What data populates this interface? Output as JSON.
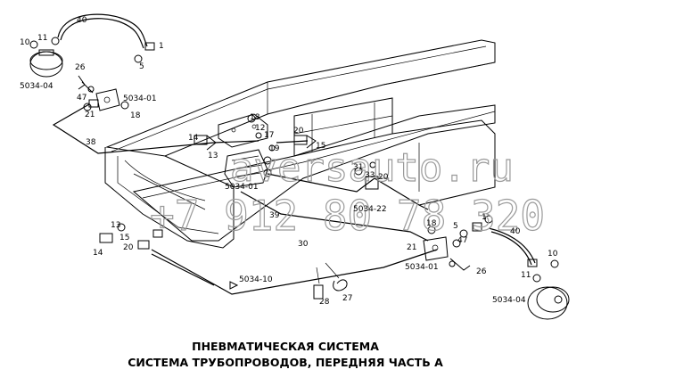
{
  "caption": {
    "line1": "ПНЕВМАТИЧЕСКАЯ СИСТЕМА",
    "line2": "СИСТЕМА ТРУБОПРОВОДОВ, ПЕРЕДНЯЯ ЧАСТЬ А"
  },
  "watermark": {
    "site": "aversauto.ru",
    "phone": "+7 912 80 78 320"
  },
  "part_labels": [
    {
      "id": "l40a",
      "text": "40"
    },
    {
      "id": "l1a",
      "text": "1"
    },
    {
      "id": "l10a",
      "text": "10"
    },
    {
      "id": "l11a",
      "text": "11"
    },
    {
      "id": "l5a",
      "text": "5"
    },
    {
      "id": "l26a",
      "text": "26"
    },
    {
      "id": "l47a",
      "text": "47"
    },
    {
      "id": "l21a",
      "text": "21"
    },
    {
      "id": "l18a",
      "text": "18"
    },
    {
      "id": "r5034_04a",
      "text": "5034-04"
    },
    {
      "id": "r5034_01a",
      "text": "5034-01"
    },
    {
      "id": "l38a",
      "text": "38"
    },
    {
      "id": "l18b",
      "text": "18"
    },
    {
      "id": "l12",
      "text": "12"
    },
    {
      "id": "l17",
      "text": "17"
    },
    {
      "id": "l14a",
      "text": "14"
    },
    {
      "id": "l13a",
      "text": "13"
    },
    {
      "id": "l20a",
      "text": "20"
    },
    {
      "id": "l19",
      "text": "19"
    },
    {
      "id": "l15a",
      "text": "15"
    },
    {
      "id": "l31",
      "text": "31"
    },
    {
      "id": "l33",
      "text": "33"
    },
    {
      "id": "l20b",
      "text": "20"
    },
    {
      "id": "r5034_01b",
      "text": "5034-01"
    },
    {
      "id": "l39",
      "text": "39"
    },
    {
      "id": "r5034_22",
      "text": "5034-22"
    },
    {
      "id": "l13b",
      "text": "13"
    },
    {
      "id": "l15b",
      "text": "15"
    },
    {
      "id": "l14b",
      "text": "14"
    },
    {
      "id": "l20c",
      "text": "20"
    },
    {
      "id": "l30",
      "text": "30"
    },
    {
      "id": "r5034_10",
      "text": "5034-10"
    },
    {
      "id": "l28",
      "text": "28"
    },
    {
      "id": "l27",
      "text": "27"
    },
    {
      "id": "l18c",
      "text": "18"
    },
    {
      "id": "l5b",
      "text": "5"
    },
    {
      "id": "l1b",
      "text": "1"
    },
    {
      "id": "l21b",
      "text": "21"
    },
    {
      "id": "l47b",
      "text": "47"
    },
    {
      "id": "l26b",
      "text": "26"
    },
    {
      "id": "r5034_01c",
      "text": "5034-01"
    },
    {
      "id": "l40b",
      "text": "40"
    },
    {
      "id": "l10b",
      "text": "10"
    },
    {
      "id": "l11b",
      "text": "11"
    },
    {
      "id": "r5034_04b",
      "text": "5034-04"
    }
  ]
}
